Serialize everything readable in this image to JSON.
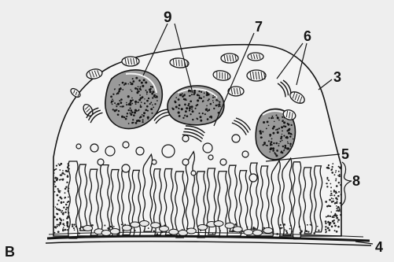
{
  "diagram": {
    "panel_letter": "B",
    "labels": {
      "l9": "9",
      "l7": "7",
      "l6": "6",
      "l3": "3",
      "l5": "5",
      "l8": "8",
      "l4": "4"
    }
  },
  "colors": {
    "background": "#eeeeee",
    "ink": "#151515",
    "cell_fill": "#f3f3f3",
    "nucleus_fill": "#9a9a9a"
  }
}
